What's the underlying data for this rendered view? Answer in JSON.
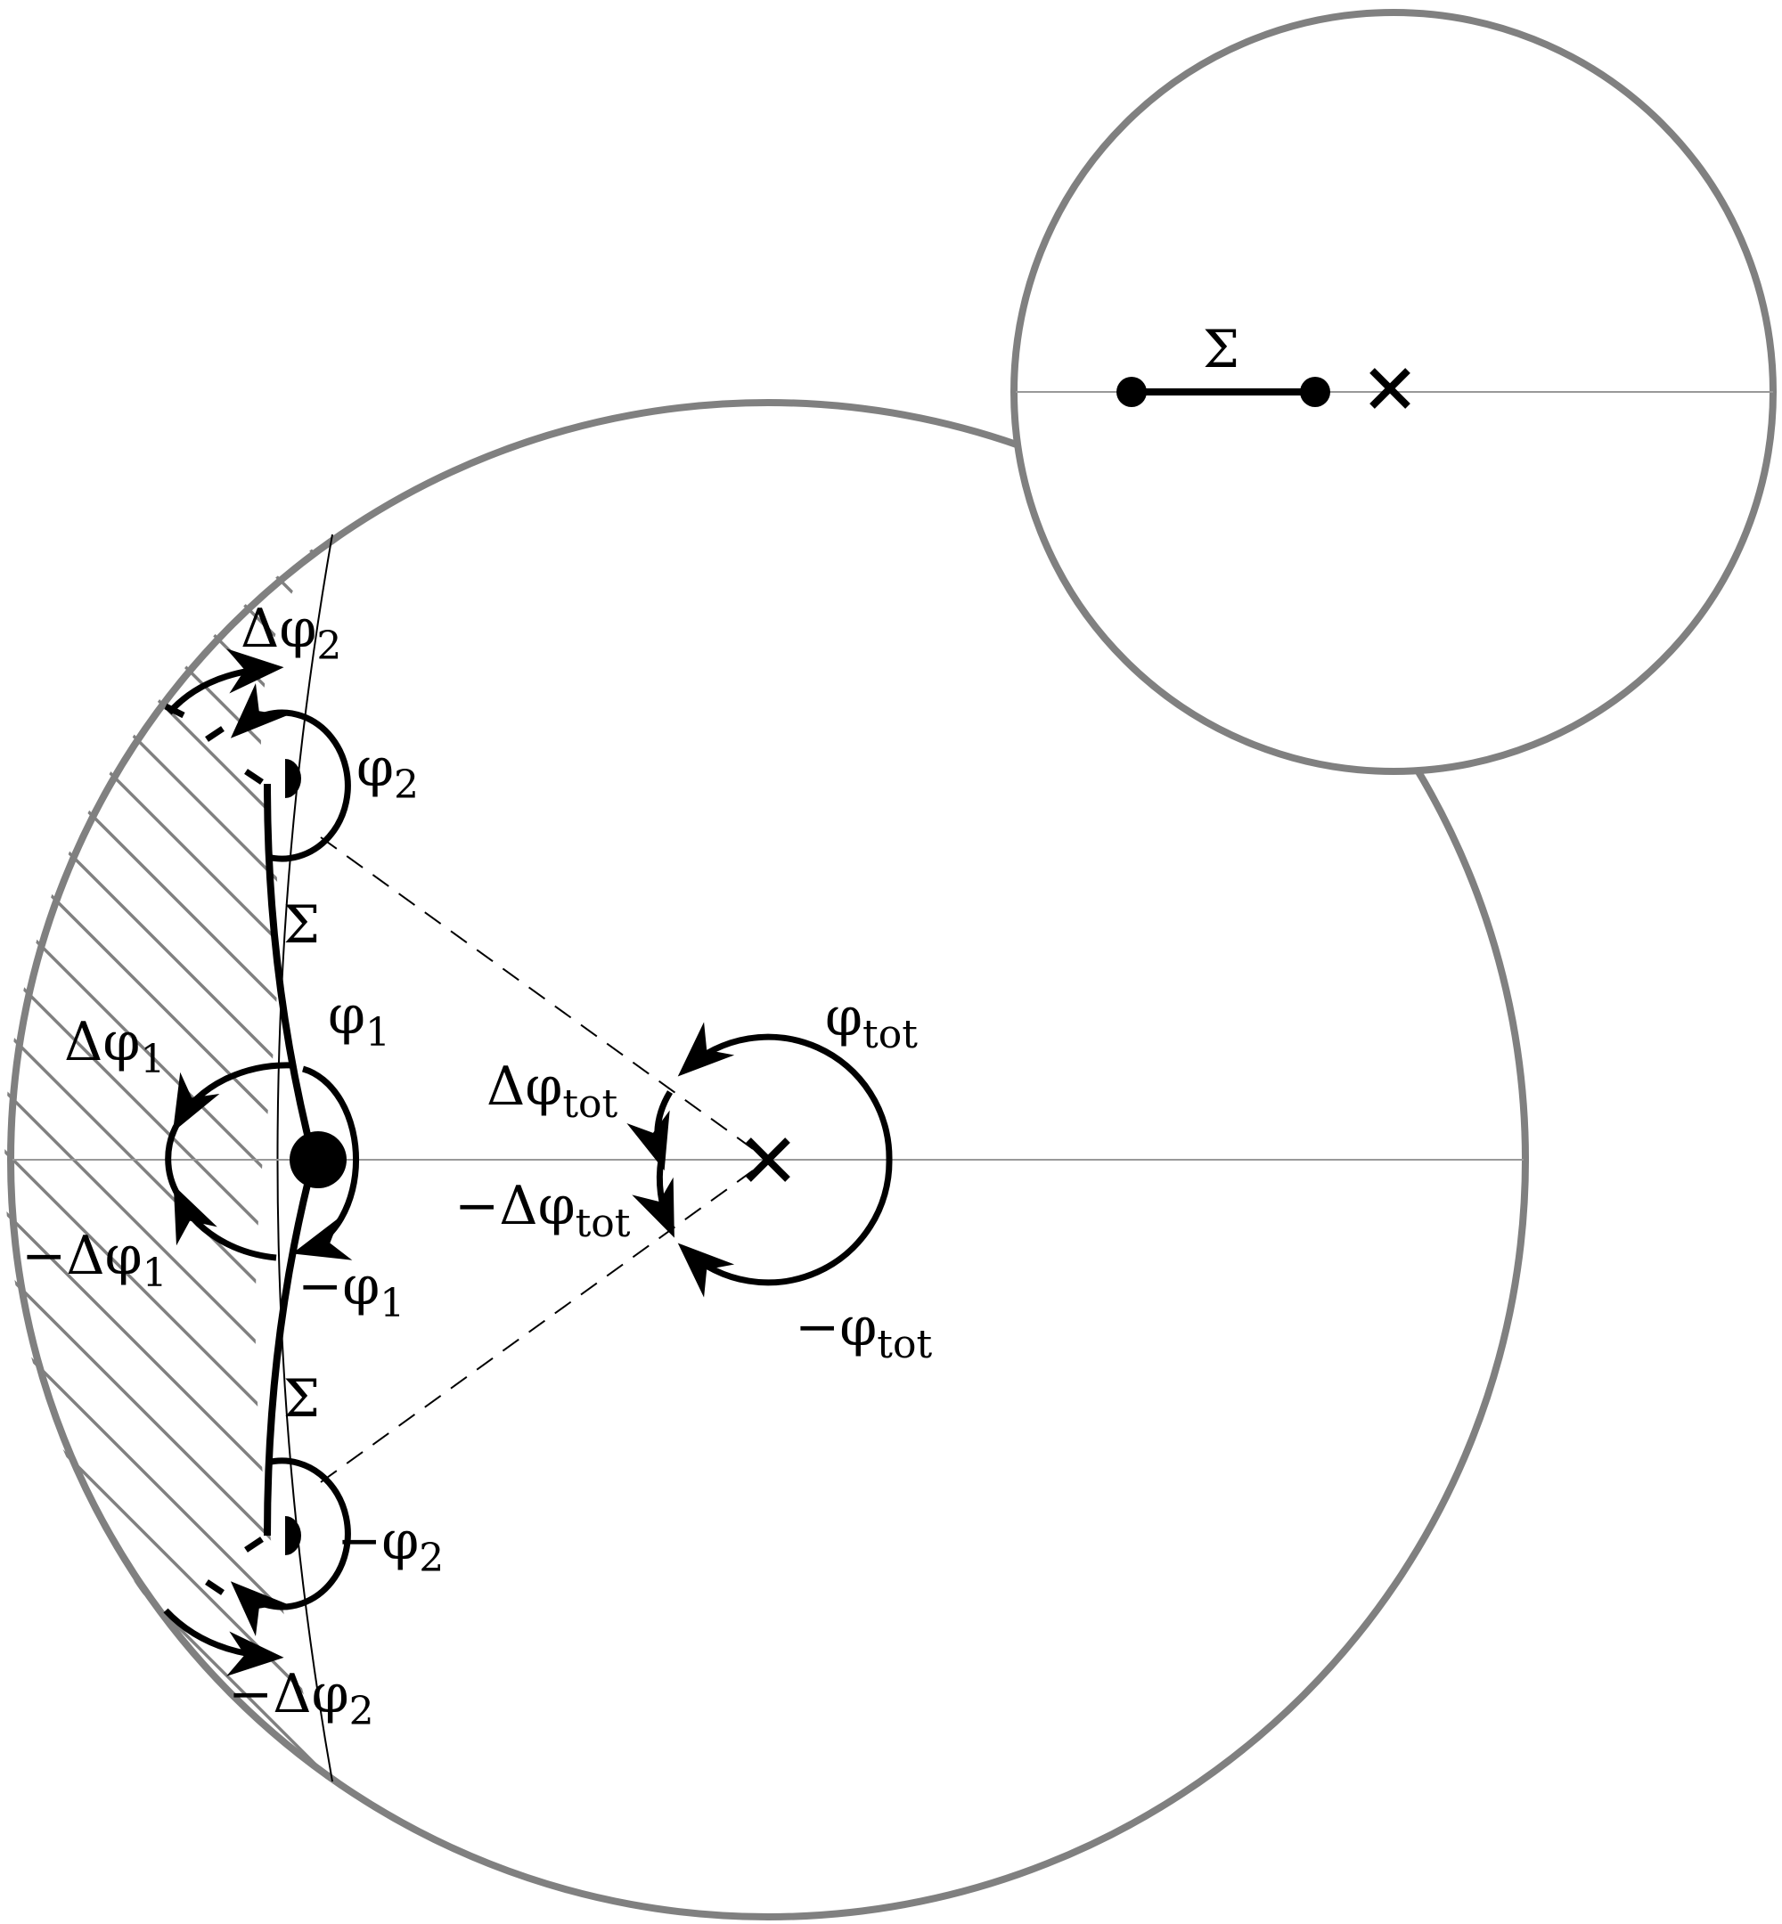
{
  "labels": {
    "sigma": "Σ",
    "delta_phi2": "Δφ",
    "delta_phi2_sub": "2",
    "phi2": "φ",
    "phi2_sub": "2",
    "sigma_upper": "Σ",
    "phi1": "φ",
    "phi1_sub": "1",
    "delta_phi1": "Δφ",
    "delta_phi1_sub": "1",
    "neg_delta_phi1": "−Δφ",
    "neg_delta_phi1_sub": "1",
    "neg_phi1": "−φ",
    "neg_phi1_sub": "1",
    "sigma_lower": "Σ",
    "neg_phi2": "−φ",
    "neg_phi2_sub": "2",
    "neg_delta_phi2": "−Δφ",
    "neg_delta_phi2_sub": "2",
    "phi_tot": "φ",
    "phi_tot_sub": "tot",
    "delta_phi_tot": "Δφ",
    "delta_phi_tot_sub": "tot",
    "neg_delta_phi_tot": "−Δφ",
    "neg_delta_phi_tot_sub": "tot",
    "neg_phi_tot": "−φ",
    "neg_phi_tot_sub": "tot"
  },
  "colors": {
    "disk_outline": "#808080",
    "hatch": "#808080",
    "stroke": "#000000",
    "axis": "#999999"
  }
}
